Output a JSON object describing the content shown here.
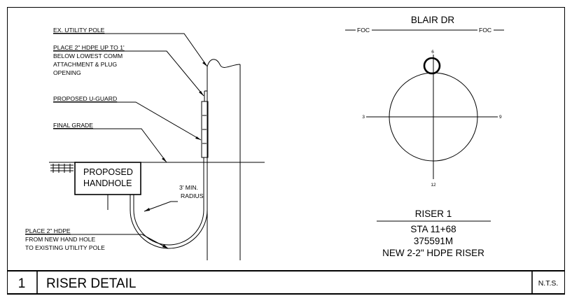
{
  "detail": {
    "labels": {
      "utility_pole": "EX. UTILITY POLE",
      "hdpe_up_lines": [
        "PLACE 2\" HDPE UP TO 1'",
        "BELOW LOWEST COMM",
        "ATTACHMENT & PLUG",
        "OPENING"
      ],
      "u_guard": "PROPOSED U-GUARD",
      "final_grade": "FINAL GRADE",
      "handhole_lines": [
        "PROPOSED",
        "HANDHOLE"
      ],
      "radius_lines": [
        "3' MIN.",
        "RADIUS"
      ],
      "hdpe_from_lines": [
        "PLACE 2\" HDPE",
        "FROM NEW HAND HOLE",
        "TO EXISTING UTILITY POLE"
      ]
    }
  },
  "plan": {
    "street": "BLAIR DR",
    "foc_left": "FOC",
    "foc_right": "FOC",
    "clock_12": "6",
    "clock_6": "12",
    "clock_3": "3",
    "clock_9": "9"
  },
  "riser_info": {
    "title": "RISER 1",
    "station": "STA 11+68",
    "id": "375591M",
    "description": "NEW 2-2\" HDPE RISER"
  },
  "title_block": {
    "number": "1",
    "title": "RISER DETAIL",
    "scale": "N.T.S."
  }
}
